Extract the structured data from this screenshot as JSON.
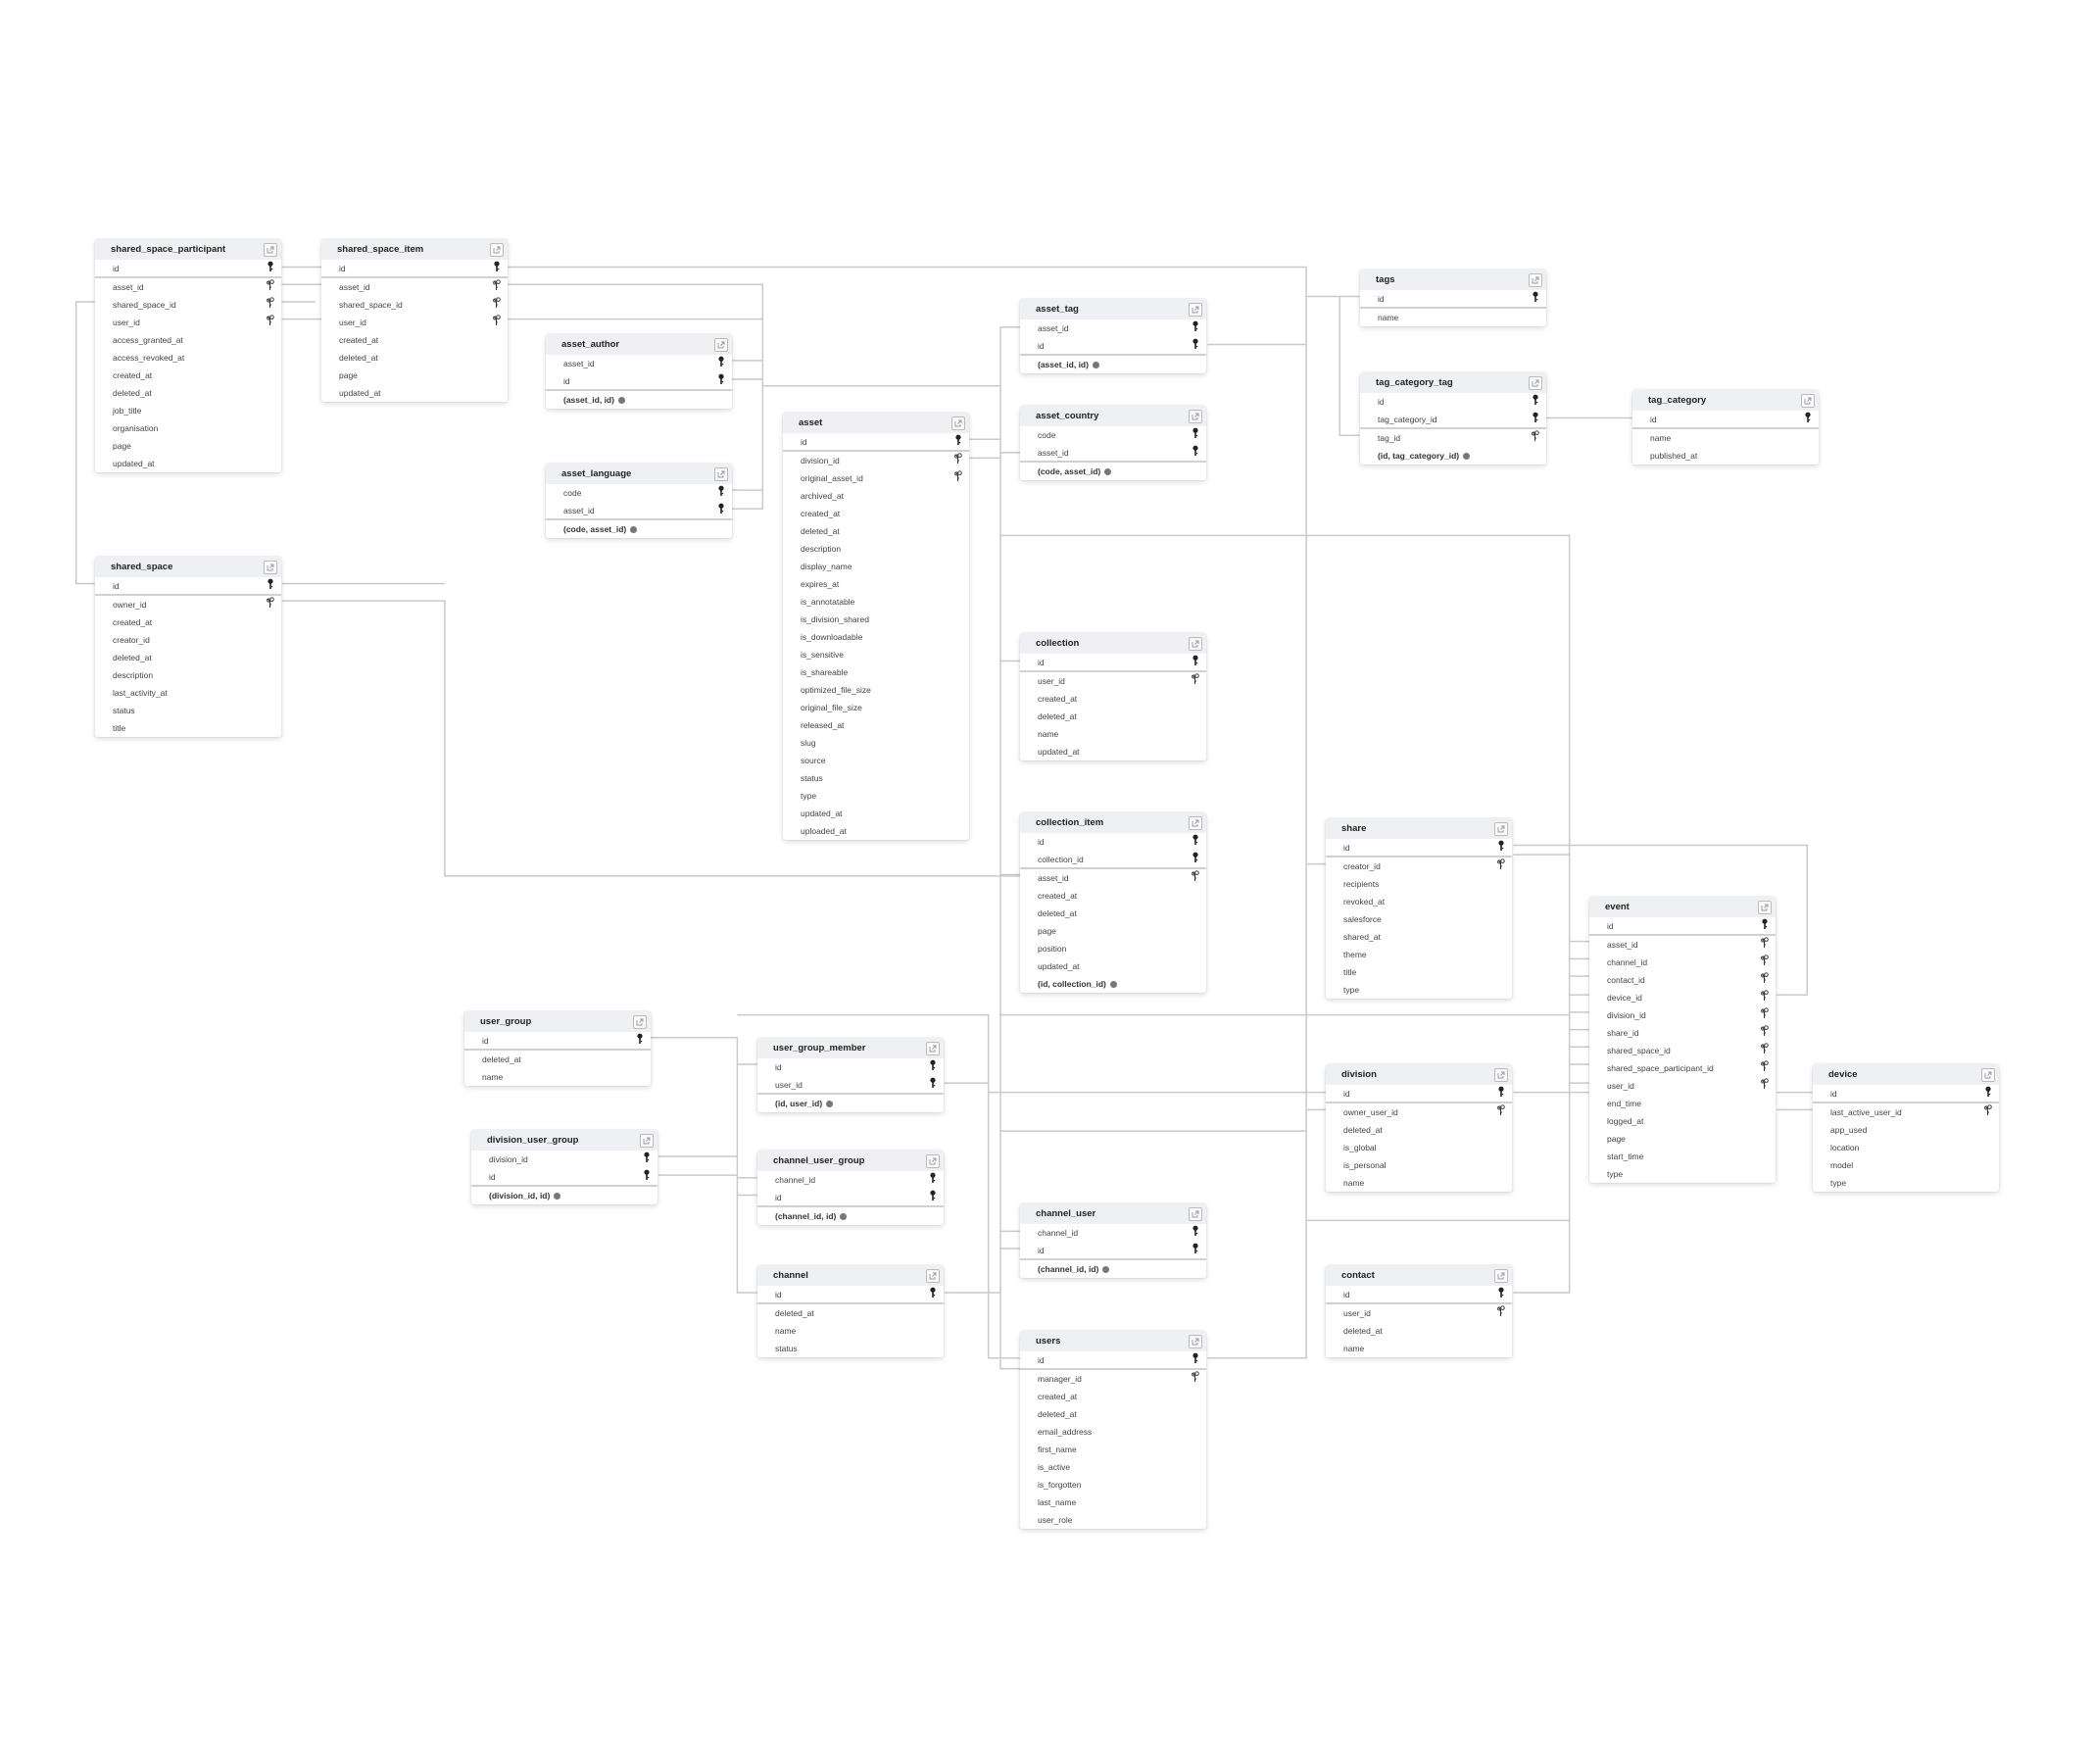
{
  "tables": [
    {
      "id": "shared_space_participant",
      "name": "shared_space_participant",
      "columns": [
        {
          "name": "id",
          "key": "pk"
        },
        {
          "name": "asset_id",
          "key": "fk"
        },
        {
          "name": "shared_space_id",
          "key": "fk"
        },
        {
          "name": "user_id",
          "key": "fk"
        },
        {
          "name": "access_granted_at"
        },
        {
          "name": "access_revoked_at"
        },
        {
          "name": "created_at"
        },
        {
          "name": "deleted_at"
        },
        {
          "name": "job_title"
        },
        {
          "name": "organisation"
        },
        {
          "name": "page"
        },
        {
          "name": "updated_at"
        }
      ]
    },
    {
      "id": "shared_space_item",
      "name": "shared_space_item",
      "columns": [
        {
          "name": "id",
          "key": "pk"
        },
        {
          "name": "asset_id",
          "key": "fk"
        },
        {
          "name": "shared_space_id",
          "key": "fk"
        },
        {
          "name": "user_id",
          "key": "fk"
        },
        {
          "name": "created_at"
        },
        {
          "name": "deleted_at"
        },
        {
          "name": "page"
        },
        {
          "name": "updated_at"
        }
      ]
    },
    {
      "id": "asset_author",
      "name": "asset_author",
      "columns": [
        {
          "name": "asset_id",
          "key": "pk"
        },
        {
          "name": "id",
          "key": "pk"
        }
      ],
      "composite": "(asset_id, id)"
    },
    {
      "id": "asset_language",
      "name": "asset_language",
      "columns": [
        {
          "name": "code",
          "key": "pk"
        },
        {
          "name": "asset_id",
          "key": "pk"
        }
      ],
      "composite": "(code, asset_id)"
    },
    {
      "id": "asset",
      "name": "asset",
      "columns": [
        {
          "name": "id",
          "key": "pk"
        },
        {
          "name": "division_id",
          "key": "fk"
        },
        {
          "name": "original_asset_id",
          "key": "fk"
        },
        {
          "name": "archived_at"
        },
        {
          "name": "created_at"
        },
        {
          "name": "deleted_at"
        },
        {
          "name": "description"
        },
        {
          "name": "display_name"
        },
        {
          "name": "expires_at"
        },
        {
          "name": "is_annotatable"
        },
        {
          "name": "is_division_shared"
        },
        {
          "name": "is_downloadable"
        },
        {
          "name": "is_sensitive"
        },
        {
          "name": "is_shareable"
        },
        {
          "name": "optimized_file_size"
        },
        {
          "name": "original_file_size"
        },
        {
          "name": "released_at"
        },
        {
          "name": "slug"
        },
        {
          "name": "source"
        },
        {
          "name": "status"
        },
        {
          "name": "type"
        },
        {
          "name": "updated_at"
        },
        {
          "name": "uploaded_at"
        }
      ]
    },
    {
      "id": "asset_tag",
      "name": "asset_tag",
      "columns": [
        {
          "name": "asset_id",
          "key": "pk"
        },
        {
          "name": "id",
          "key": "pk"
        }
      ],
      "composite": "(asset_id, id)"
    },
    {
      "id": "asset_country",
      "name": "asset_country",
      "columns": [
        {
          "name": "code",
          "key": "pk"
        },
        {
          "name": "asset_id",
          "key": "pk"
        }
      ],
      "composite": "(code, asset_id)"
    },
    {
      "id": "collection",
      "name": "collection",
      "columns": [
        {
          "name": "id",
          "key": "pk"
        },
        {
          "name": "user_id",
          "key": "fk"
        },
        {
          "name": "created_at"
        },
        {
          "name": "deleted_at"
        },
        {
          "name": "name"
        },
        {
          "name": "updated_at"
        }
      ]
    },
    {
      "id": "collection_item",
      "name": "collection_item",
      "columns": [
        {
          "name": "id",
          "key": "pk"
        },
        {
          "name": "collection_id",
          "key": "pk"
        },
        {
          "name": "asset_id",
          "key": "fk"
        },
        {
          "name": "created_at"
        },
        {
          "name": "deleted_at"
        },
        {
          "name": "page"
        },
        {
          "name": "position"
        },
        {
          "name": "updated_at"
        }
      ],
      "composite": "(id, collection_id)"
    },
    {
      "id": "tags",
      "name": "tags",
      "columns": [
        {
          "name": "id",
          "key": "pk"
        },
        {
          "name": "name"
        }
      ]
    },
    {
      "id": "tag_category_tag",
      "name": "tag_category_tag",
      "columns": [
        {
          "name": "id",
          "key": "pk"
        },
        {
          "name": "tag_category_id",
          "key": "pk"
        },
        {
          "name": "tag_id",
          "key": "fk"
        }
      ],
      "composite": "(id, tag_category_id)"
    },
    {
      "id": "tag_category",
      "name": "tag_category",
      "columns": [
        {
          "name": "id",
          "key": "pk"
        },
        {
          "name": "name"
        },
        {
          "name": "published_at"
        }
      ]
    },
    {
      "id": "shared_space",
      "name": "shared_space",
      "columns": [
        {
          "name": "id",
          "key": "pk"
        },
        {
          "name": "owner_id",
          "key": "fk"
        },
        {
          "name": "created_at"
        },
        {
          "name": "creator_id"
        },
        {
          "name": "deleted_at"
        },
        {
          "name": "description"
        },
        {
          "name": "last_activity_at"
        },
        {
          "name": "status"
        },
        {
          "name": "title"
        }
      ]
    },
    {
      "id": "share",
      "name": "share",
      "columns": [
        {
          "name": "id",
          "key": "pk"
        },
        {
          "name": "creator_id",
          "key": "fk"
        },
        {
          "name": "recipients"
        },
        {
          "name": "revoked_at"
        },
        {
          "name": "salesforce"
        },
        {
          "name": "shared_at"
        },
        {
          "name": "theme"
        },
        {
          "name": "title"
        },
        {
          "name": "type"
        }
      ]
    },
    {
      "id": "event",
      "name": "event",
      "columns": [
        {
          "name": "id",
          "key": "pk"
        },
        {
          "name": "asset_id",
          "key": "fk"
        },
        {
          "name": "channel_id",
          "key": "fk"
        },
        {
          "name": "contact_id",
          "key": "fk"
        },
        {
          "name": "device_id",
          "key": "fk"
        },
        {
          "name": "division_id",
          "key": "fk"
        },
        {
          "name": "share_id",
          "key": "fk"
        },
        {
          "name": "shared_space_id",
          "key": "fk"
        },
        {
          "name": "shared_space_participant_id",
          "key": "fk"
        },
        {
          "name": "user_id",
          "key": "fk"
        },
        {
          "name": "end_time"
        },
        {
          "name": "logged_at"
        },
        {
          "name": "page"
        },
        {
          "name": "start_time"
        },
        {
          "name": "type"
        }
      ]
    },
    {
      "id": "division",
      "name": "division",
      "columns": [
        {
          "name": "id",
          "key": "pk"
        },
        {
          "name": "owner_user_id",
          "key": "fk"
        },
        {
          "name": "deleted_at"
        },
        {
          "name": "is_global"
        },
        {
          "name": "is_personal"
        },
        {
          "name": "name"
        }
      ]
    },
    {
      "id": "device",
      "name": "device",
      "columns": [
        {
          "name": "id",
          "key": "pk"
        },
        {
          "name": "last_active_user_id",
          "key": "fk"
        },
        {
          "name": "app_used"
        },
        {
          "name": "location"
        },
        {
          "name": "model"
        },
        {
          "name": "type"
        }
      ]
    },
    {
      "id": "contact",
      "name": "contact",
      "columns": [
        {
          "name": "id",
          "key": "pk"
        },
        {
          "name": "user_id",
          "key": "fk"
        },
        {
          "name": "deleted_at"
        },
        {
          "name": "name"
        }
      ]
    },
    {
      "id": "user_group",
      "name": "user_group",
      "columns": [
        {
          "name": "id",
          "key": "pk"
        },
        {
          "name": "deleted_at"
        },
        {
          "name": "name"
        }
      ]
    },
    {
      "id": "user_group_member",
      "name": "user_group_member",
      "columns": [
        {
          "name": "id",
          "key": "pk"
        },
        {
          "name": "user_id",
          "key": "pk"
        }
      ],
      "composite": "(id, user_id)"
    },
    {
      "id": "division_user_group",
      "name": "division_user_group",
      "columns": [
        {
          "name": "division_id",
          "key": "pk"
        },
        {
          "name": "id",
          "key": "pk"
        }
      ],
      "composite": "(division_id, id)"
    },
    {
      "id": "channel_user_group",
      "name": "channel_user_group",
      "columns": [
        {
          "name": "channel_id",
          "key": "pk"
        },
        {
          "name": "id",
          "key": "pk"
        }
      ],
      "composite": "(channel_id, id)"
    },
    {
      "id": "channel",
      "name": "channel",
      "columns": [
        {
          "name": "id",
          "key": "pk"
        },
        {
          "name": "deleted_at"
        },
        {
          "name": "name"
        },
        {
          "name": "status"
        }
      ]
    },
    {
      "id": "channel_user",
      "name": "channel_user",
      "columns": [
        {
          "name": "channel_id",
          "key": "pk"
        },
        {
          "name": "id",
          "key": "pk"
        }
      ],
      "composite": "(channel_id, id)"
    },
    {
      "id": "users",
      "name": "users",
      "columns": [
        {
          "name": "id",
          "key": "pk"
        },
        {
          "name": "manager_id",
          "key": "fk"
        },
        {
          "name": "created_at"
        },
        {
          "name": "deleted_at"
        },
        {
          "name": "email_address"
        },
        {
          "name": "first_name"
        },
        {
          "name": "is_active"
        },
        {
          "name": "is_forgotten"
        },
        {
          "name": "last_name"
        },
        {
          "name": "user_role"
        }
      ]
    }
  ]
}
